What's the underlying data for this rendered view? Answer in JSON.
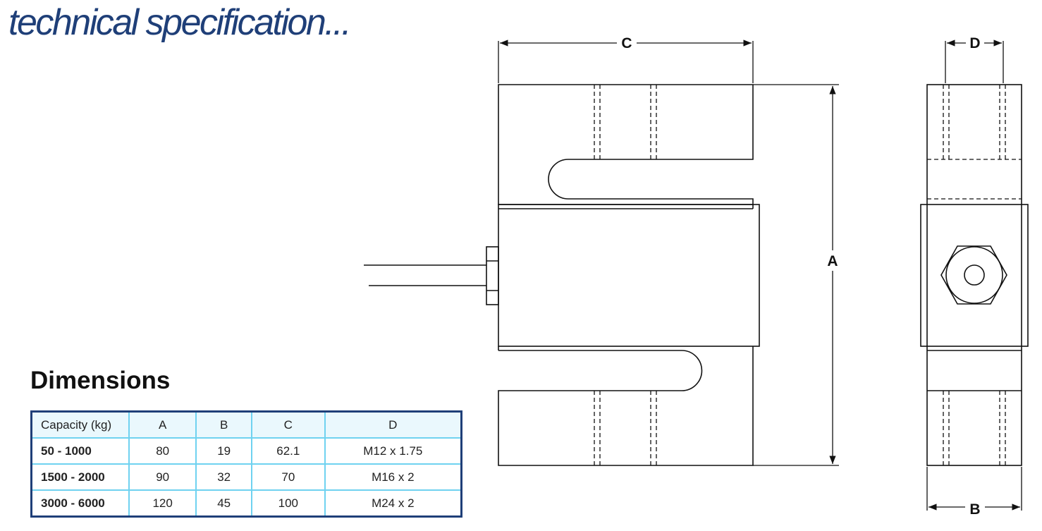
{
  "page": {
    "title": "technical specification...",
    "section_heading": "Dimensions"
  },
  "table": {
    "headers": [
      "Capacity (kg)",
      "A",
      "B",
      "C",
      "D"
    ],
    "rows": [
      [
        "50 - 1000",
        "80",
        "19",
        "62.1",
        "M12 x 1.75"
      ],
      [
        "1500 - 2000",
        "90",
        "32",
        "70",
        "M16 x 2"
      ],
      [
        "3000 - 6000",
        "120",
        "45",
        "100",
        "M24 x 2"
      ]
    ]
  },
  "diagram": {
    "labels": {
      "c": "C",
      "a": "A",
      "d": "D",
      "b": "B"
    }
  },
  "colors": {
    "title": "#1f3f78",
    "table_border": "#1f3f78",
    "cell_border": "#6fd2f0",
    "header_fill": "#eaf8fd"
  }
}
